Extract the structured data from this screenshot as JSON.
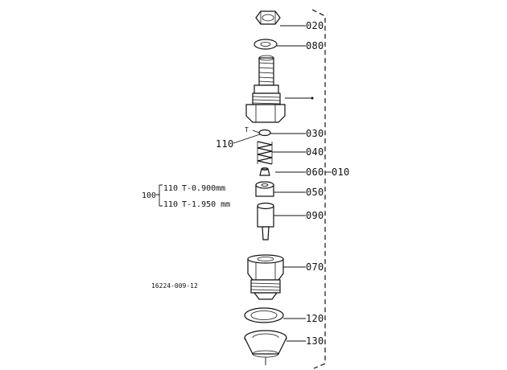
{
  "callouts": {
    "c020": "020",
    "c080": "080",
    "c030": "030",
    "c110": "110",
    "c040": "040",
    "c060": "060",
    "c010": "010",
    "c050": "050",
    "c090": "090",
    "c070": "070",
    "c120": "120",
    "c130": "130",
    "t_mark": "T"
  },
  "shim_table": {
    "group": "100",
    "row1_part": "110",
    "row1_spec": "T-0.900mm",
    "row2_part": "110",
    "row2_spec": "T-1.950 mm"
  },
  "drawing_number": "16224-009-12"
}
